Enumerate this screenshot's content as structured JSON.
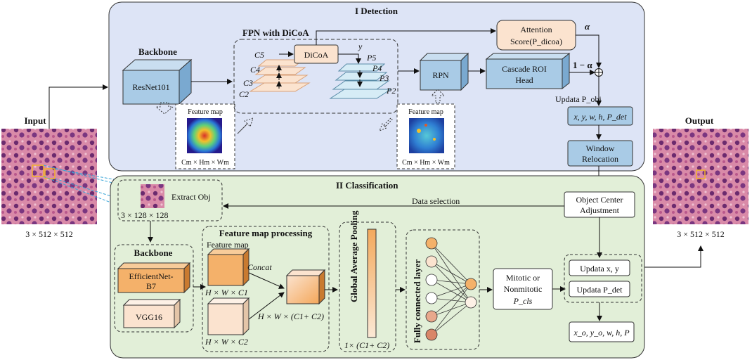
{
  "detection": {
    "title": "I   Detection",
    "backbone_label": "Backbone",
    "resnet": "ResNet101",
    "fpn_title": "FPN with DiCoA",
    "dicoa": "DiCoA",
    "y_label": "y",
    "c_labels": [
      "C5",
      "C4",
      "C3",
      "C2"
    ],
    "p_labels": [
      "P5",
      "P4",
      "P3",
      "P2"
    ],
    "rpn": "RPN",
    "cascade": [
      "Cascade ROI",
      "Head"
    ],
    "attention": [
      "Attention",
      "Score(P_dicoa)"
    ],
    "alpha": "α",
    "one_minus_alpha": "1 − α",
    "plus": "⊕",
    "update_pobj": "Updata P_obj",
    "output_box": "x, y, w, h, P_det",
    "window_reloc": [
      "Window",
      "Relocation"
    ],
    "feature_map_label": "Feature map",
    "fm_dims": "Cm × Hm × Wm"
  },
  "io": {
    "input_label": "Input",
    "output_label": "Output",
    "input_dims": "3 × 512 × 512",
    "output_dims": "3 × 512 × 512"
  },
  "classification": {
    "title": "II   Classification",
    "extract_obj": "Extract Obj",
    "extract_dims": "3 × 128 × 128",
    "data_selection": "Data selection",
    "object_center": [
      "Object Center",
      "Adjustment"
    ],
    "backbone_label": "Backbone",
    "efficientnet": [
      "EfficientNet-",
      "B7"
    ],
    "vgg": "VGG16",
    "fmp_title": "Feature map processing",
    "feature_map": "Feature map",
    "concat": "Concat",
    "dims_c1": "H × W × C1",
    "dims_c2": "H × W × C2",
    "dims_concat": "H × W × (C1+ C2)",
    "gap": "Global Average Pooling",
    "gap_dims": "1× (C1+ C2)",
    "fc": "Fully connected layer",
    "mitotic": [
      "Mitotic or",
      "Nonmitotic",
      "P_cls"
    ],
    "update_xy": "Updata x, y",
    "update_pdet": "Updata P_det",
    "final": "x_o, y_o, w, h, P"
  },
  "colors": {
    "detection_bg": "#dde4f6",
    "classification_bg": "#e2efd8",
    "blue_box": "#a9cbe6",
    "orange_box": "#f4b16a",
    "peach_box": "#fbe3cf"
  }
}
